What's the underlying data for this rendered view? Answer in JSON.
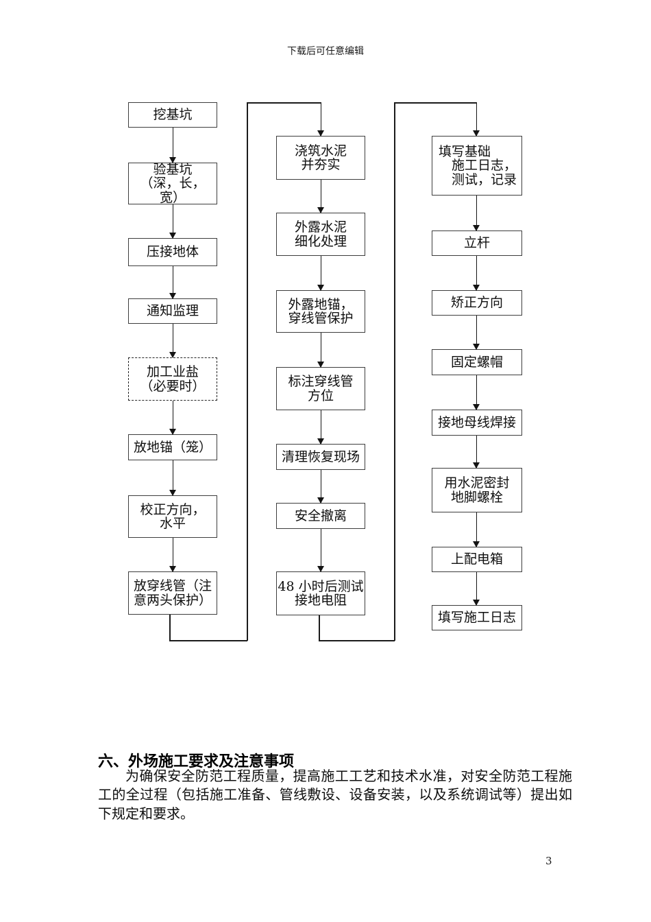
{
  "page": {
    "header_note": "下载后可任意编辑",
    "page_number": "3"
  },
  "flowchart": {
    "col1": [
      "挖基坑",
      "验基坑\n（深，长，\n宽）",
      "压接地体",
      "通知监理",
      "加工业盐\n（必要时）",
      "放地锚（笼）",
      "校正方向，\n水平",
      "放穿线管（注\n意两头保护）"
    ],
    "col2": [
      "浇筑水泥\n并夯实",
      "外露水泥\n细化处理",
      "外露地锚，\n穿线管保护",
      "标注穿线管\n方位",
      "清理恢复现场",
      "安全撤离",
      "48 小时后测试\n接地电阻"
    ],
    "col3": [
      "填写基础\n　施工日志，\n　测试，记录",
      "立杆",
      "矫正方向",
      "固定螺帽",
      "接地母线焊接",
      "用水泥密封\n地脚螺栓",
      "上配电箱",
      "填写施工日志"
    ]
  },
  "section": {
    "heading": "六、外场施工要求及注意事项",
    "paragraph": "为确保安全防范工程质量，提高施工工艺和技术水准，对安全防范工程施工的全过程（包括施工准备、管线敷设、设备安装，以及系统调试等）提出如下规定和要求。"
  }
}
